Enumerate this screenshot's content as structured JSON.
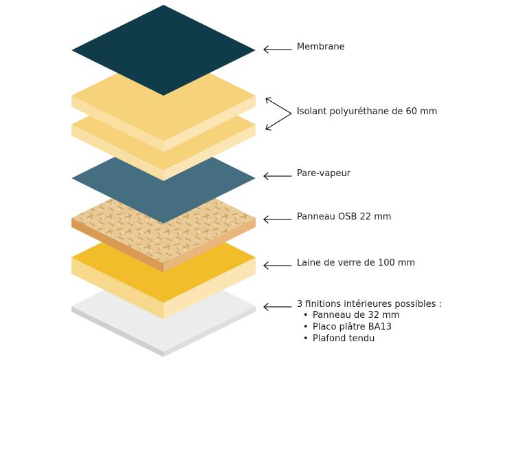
{
  "diagram": {
    "layers": [
      {
        "id": "membrane",
        "label": "Membrane",
        "color": "#0f3b4a"
      },
      {
        "id": "isolant",
        "label": "Isolant polyuréthane de 60 mm",
        "top_color": "#f6d27a",
        "side_color": "#fbe5b4"
      },
      {
        "id": "pare_vapeur",
        "label": "Pare-vapeur",
        "color": "#456e80"
      },
      {
        "id": "osb",
        "label": "Panneau OSB 22 mm",
        "top_color": "#e6c48f",
        "side_color": "#d99a56"
      },
      {
        "id": "laine",
        "label": "Laine de verre de 100 mm",
        "top_color": "#f2bd2b",
        "side_color": "#fbe5b4"
      },
      {
        "id": "finitions",
        "label": "3 finitions intérieures possibles :",
        "top_color": "#ececec",
        "side_color": "#cfcfcf",
        "options": [
          "Panneau de 32 mm",
          "Placo plâtre BA13",
          "Plafond tendu"
        ]
      }
    ]
  }
}
